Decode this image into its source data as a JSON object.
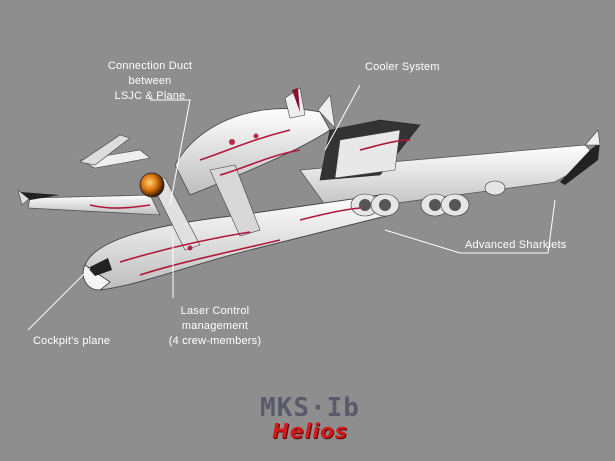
{
  "callouts": {
    "connection_duct": [
      "Connection Duct",
      "between",
      "LSJC & Plane"
    ],
    "cooler_system": "Cooler System",
    "advanced_sharklets": "Advanced Sharklets",
    "laser_control": [
      "Laser Control",
      "management",
      "(4 crew-members)"
    ],
    "cockpit_plane": "Cockpit's plane"
  },
  "logo": {
    "model": "MKS·Ib",
    "name": "Helios"
  },
  "colors": {
    "background": "#8e8e8e",
    "callout_line": "#ffffff",
    "hull": "#f2f2f2",
    "accent": "#b0183a",
    "logo_red": "#d11a1a"
  }
}
